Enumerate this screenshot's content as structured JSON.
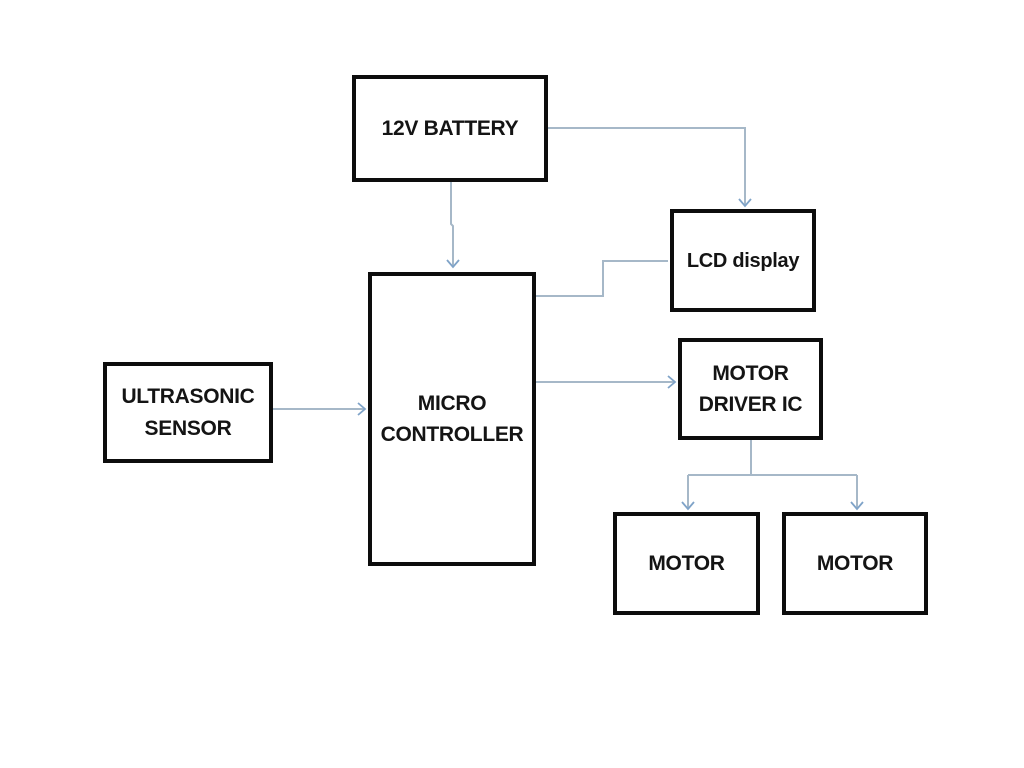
{
  "colors": {
    "background": "#ffffff",
    "box-border": "#0d0d0d",
    "box-fill": "#ffffff",
    "label": "#141414",
    "connector": "#a6b8c8",
    "arrow": "#7fa3c8"
  },
  "blocks": [
    {
      "id": "battery",
      "label": "12V BATTERY"
    },
    {
      "id": "lcd-display",
      "label": "LCD display"
    },
    {
      "id": "microcontroller",
      "label": "MICRO CONTROLLER"
    },
    {
      "id": "ultrasonic-sensor",
      "label": "ULTRASONIC SENSOR"
    },
    {
      "id": "motor-driver-ic",
      "label": "MOTOR DRIVER IC"
    },
    {
      "id": "motor-left",
      "label": "MOTOR"
    },
    {
      "id": "motor-right",
      "label": "MOTOR"
    }
  ],
  "connections": [
    {
      "from": "battery",
      "to": "microcontroller",
      "arrow": true
    },
    {
      "from": "battery",
      "to": "lcd-display",
      "arrow": true
    },
    {
      "from": "microcontroller",
      "to": "lcd-display",
      "arrow": false
    },
    {
      "from": "ultrasonic-sensor",
      "to": "microcontroller",
      "arrow": true
    },
    {
      "from": "microcontroller",
      "to": "motor-driver-ic",
      "arrow": true
    },
    {
      "from": "motor-driver-ic",
      "to": "motor-left",
      "arrow": true
    },
    {
      "from": "motor-driver-ic",
      "to": "motor-right",
      "arrow": true
    }
  ]
}
